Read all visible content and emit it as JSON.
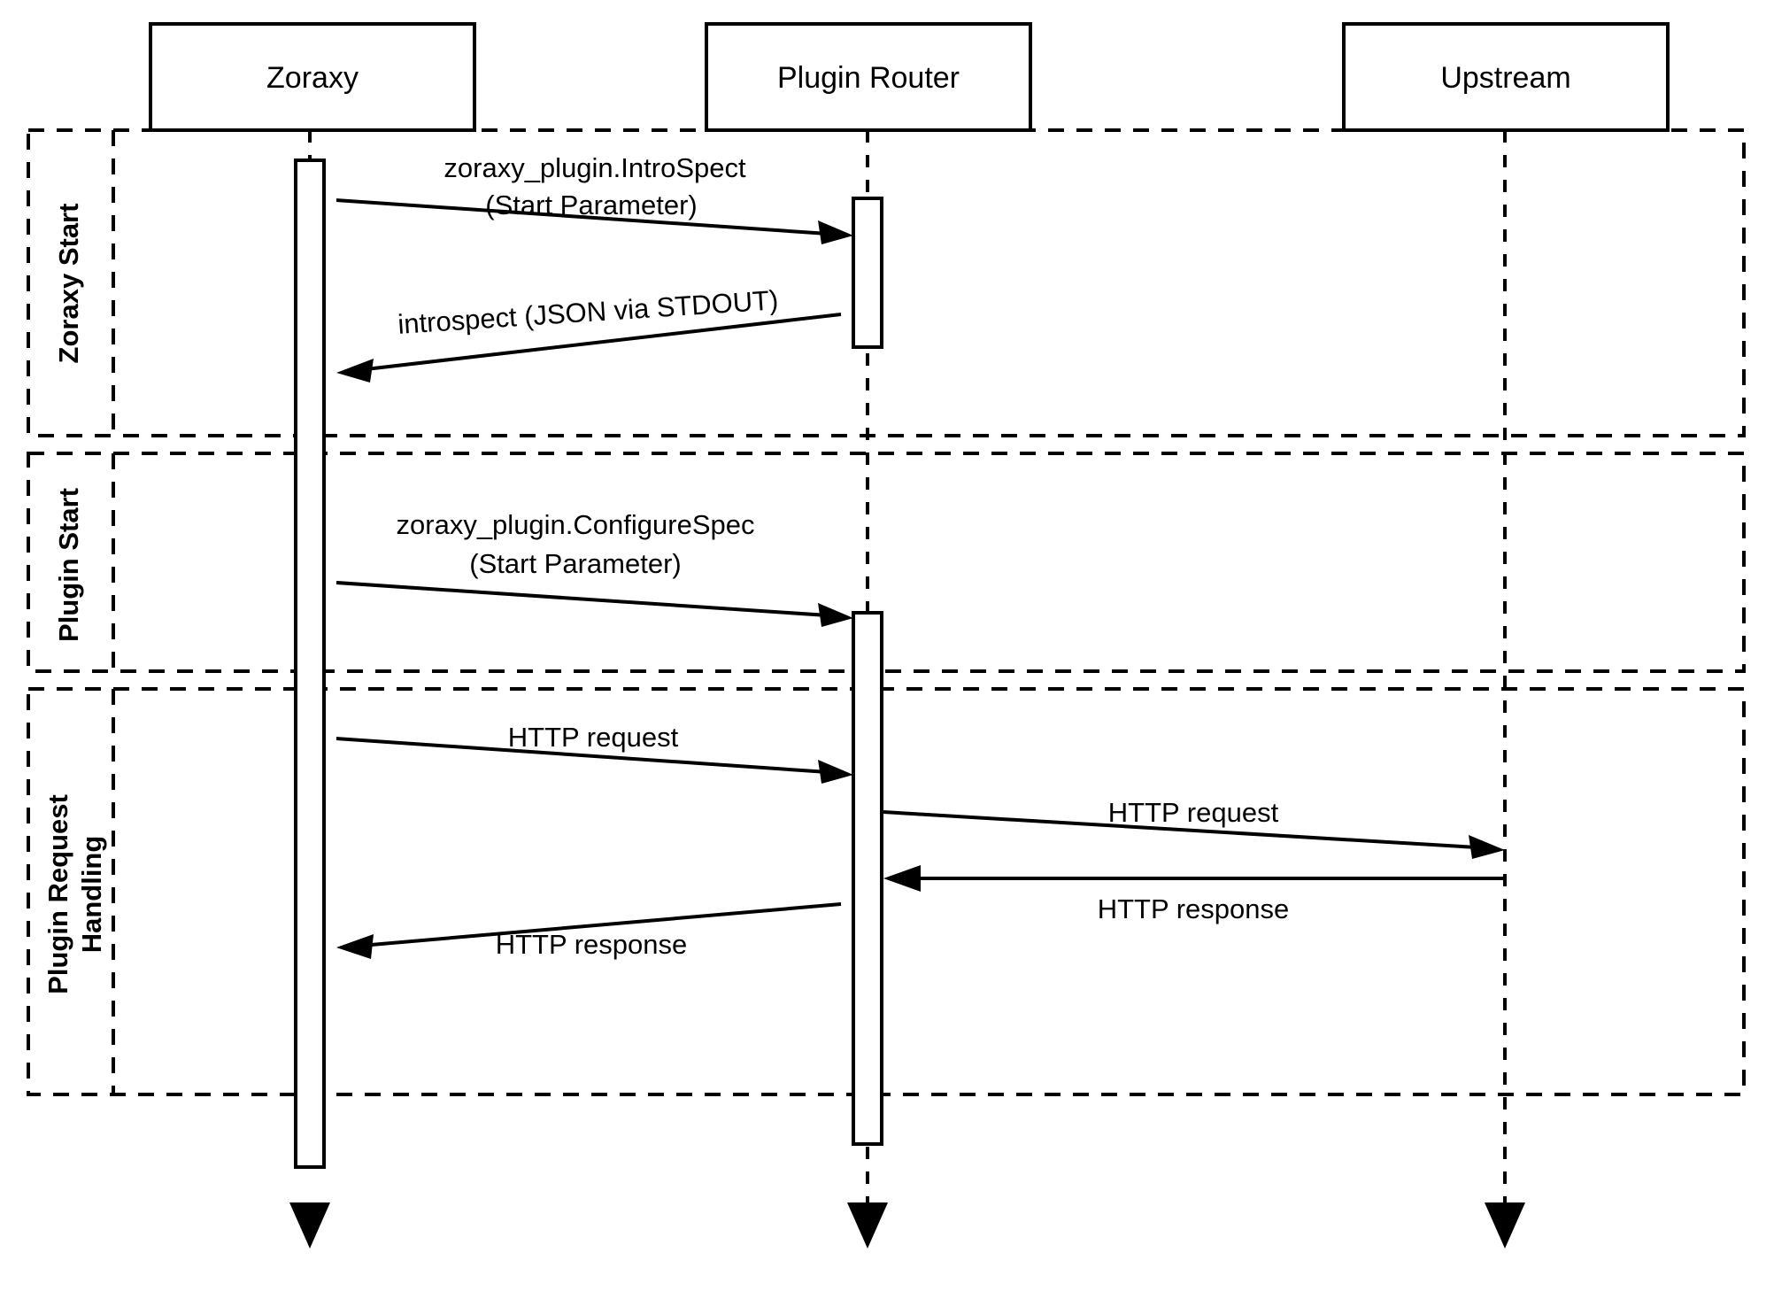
{
  "diagram": {
    "title": "Zoraxy Plugin Sequence Diagram",
    "type": "uml-sequence-diagram",
    "background_color": "#ffffff",
    "line_color": "#000000"
  },
  "participants": [
    {
      "id": "zoraxy",
      "label": "Zoraxy"
    },
    {
      "id": "plugin_router",
      "label": "Plugin Router"
    },
    {
      "id": "upstream",
      "label": "Upstream"
    }
  ],
  "fragments": [
    {
      "id": "frag1",
      "label": "Zoraxy Start"
    },
    {
      "id": "frag2",
      "label": "Plugin Start"
    },
    {
      "id": "frag3",
      "label": "Plugin Request\nHandling",
      "label_line1": "Plugin Request",
      "label_line2": "Handling"
    }
  ],
  "messages": [
    {
      "id": "m1",
      "from": "zoraxy",
      "to": "plugin_router",
      "label_line1": "zoraxy_plugin.IntroSpect",
      "label_line2": "(Start Parameter)",
      "direction": "right",
      "fragment": "frag1"
    },
    {
      "id": "m2",
      "from": "plugin_router",
      "to": "zoraxy",
      "label_line1": "introspect (JSON via STDOUT)",
      "label_line2": "",
      "direction": "left",
      "fragment": "frag1"
    },
    {
      "id": "m3",
      "from": "zoraxy",
      "to": "plugin_router",
      "label_line1": "zoraxy_plugin.ConfigureSpec",
      "label_line2": "(Start Parameter)",
      "direction": "right",
      "fragment": "frag2"
    },
    {
      "id": "m4",
      "from": "zoraxy",
      "to": "plugin_router",
      "label_line1": "HTTP request",
      "label_line2": "",
      "direction": "right",
      "fragment": "frag3"
    },
    {
      "id": "m5",
      "from": "plugin_router",
      "to": "upstream",
      "label_line1": "HTTP request",
      "label_line2": "",
      "direction": "right",
      "fragment": "frag3"
    },
    {
      "id": "m6",
      "from": "upstream",
      "to": "plugin_router",
      "label_line1": "HTTP response",
      "label_line2": "",
      "direction": "left",
      "fragment": "frag3"
    },
    {
      "id": "m7",
      "from": "plugin_router",
      "to": "zoraxy",
      "label_line1": "HTTP response",
      "label_line2": "",
      "direction": "left",
      "fragment": "frag3"
    }
  ]
}
